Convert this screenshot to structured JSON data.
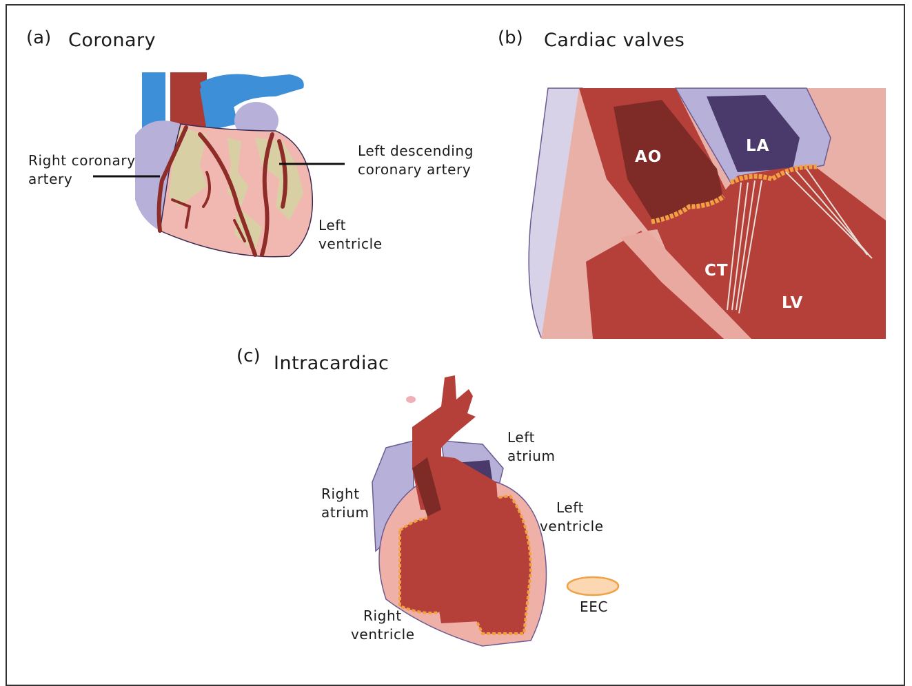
{
  "panels": {
    "a": {
      "tag": "(a)",
      "title": "Coronary"
    },
    "b": {
      "tag": "(b)",
      "title": "Cardiac valves"
    },
    "c": {
      "tag": "(c)",
      "title": "Intracardiac"
    }
  },
  "coronary": {
    "right_coronary": [
      "Right coronary",
      "artery"
    ],
    "left_descending": [
      "Left descending",
      "coronary artery"
    ],
    "left_ventricle": [
      "Left",
      "ventricle"
    ]
  },
  "valves": {
    "ao": "AO",
    "la": "LA",
    "ct": "CT",
    "lv": "LV"
  },
  "intracardiac": {
    "left_atrium": [
      "Left",
      "atrium"
    ],
    "right_atrium": [
      "Right",
      "atrium"
    ],
    "left_ventricle": [
      "Left",
      "ventricle"
    ],
    "right_ventricle": [
      "Right",
      "ventricle"
    ],
    "eec": "EEC"
  },
  "colors": {
    "red": "#b5403a",
    "dark_red": "#8e2c28",
    "blue": "#3d8fd8",
    "lavender": "#b7b0d8",
    "pink": "#f0b8b0",
    "khaki": "#d8d0a4",
    "valve_orange": "#f2a044",
    "dark_purple": "#4a3a6c"
  }
}
